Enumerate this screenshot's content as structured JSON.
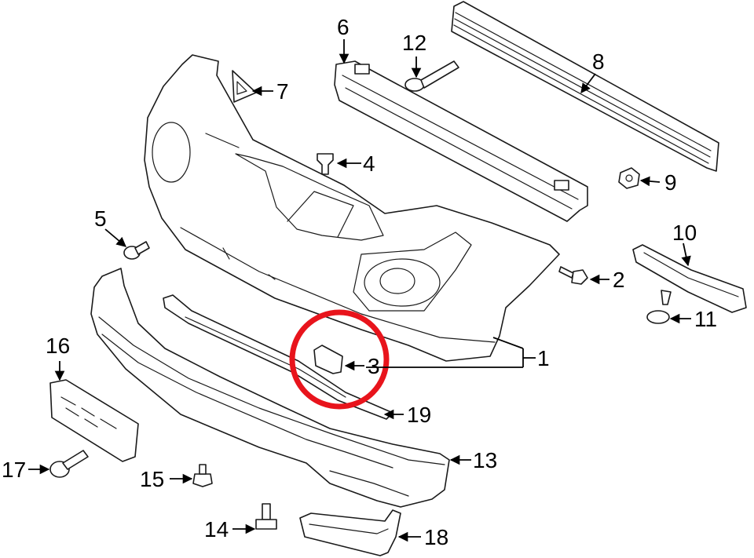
{
  "callouts": [
    {
      "id": "1",
      "label": "1"
    },
    {
      "id": "2",
      "label": "2"
    },
    {
      "id": "3",
      "label": "3"
    },
    {
      "id": "4",
      "label": "4"
    },
    {
      "id": "5",
      "label": "5"
    },
    {
      "id": "6",
      "label": "6"
    },
    {
      "id": "7",
      "label": "7"
    },
    {
      "id": "8",
      "label": "8"
    },
    {
      "id": "9",
      "label": "9"
    },
    {
      "id": "10",
      "label": "10"
    },
    {
      "id": "11",
      "label": "11"
    },
    {
      "id": "12",
      "label": "12"
    },
    {
      "id": "13",
      "label": "13"
    },
    {
      "id": "14",
      "label": "14"
    },
    {
      "id": "15",
      "label": "15"
    },
    {
      "id": "16",
      "label": "16"
    },
    {
      "id": "17",
      "label": "17"
    },
    {
      "id": "18",
      "label": "18"
    },
    {
      "id": "19",
      "label": "19"
    }
  ],
  "highlighted_part": "3",
  "colors": {
    "highlight": "#e8141c",
    "line": "#1a1a1a",
    "background": "#ffffff"
  }
}
